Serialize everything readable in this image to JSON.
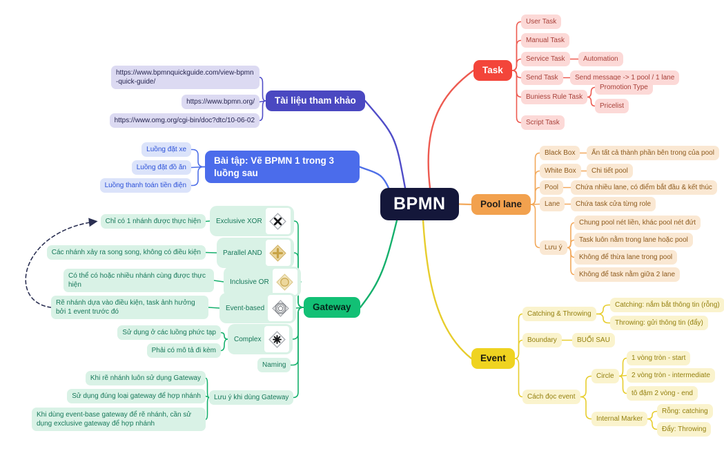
{
  "root": {
    "label": "BPMN"
  },
  "reference": {
    "label": "Tài liệu tham khảo",
    "links": [
      "https://www.bpmnquickguide.com/view-bpmn-quick-guide/",
      "https://www.bpmn.org/",
      "https://www.omg.org/cgi-bin/doc?dtc/10-06-02"
    ]
  },
  "exercise": {
    "label": "Bài tập: Vẽ BPMN 1 trong 3 luồng sau",
    "options": [
      "Luồng đặt xe",
      "Luồng đặt đồ ăn",
      "Luồng thanh toán tiền điện"
    ]
  },
  "task": {
    "label": "Task",
    "items": [
      {
        "label": "User Task"
      },
      {
        "label": "Manual Task"
      },
      {
        "label": "Service Task",
        "note": "Automation"
      },
      {
        "label": "Send Task",
        "note": "Send message -> 1 pool / 1 lane"
      },
      {
        "label": "Buniess Rule Task",
        "children": [
          "Promotion Type",
          "Pricelist"
        ]
      },
      {
        "label": "Script Task"
      }
    ]
  },
  "pool_lane": {
    "label": "Pool lane",
    "items": [
      {
        "label": "Black Box",
        "note": "Ẩn tất cả thành phần bên trong của pool"
      },
      {
        "label": "White Box",
        "note": "Chi tiết pool"
      },
      {
        "label": "Pool",
        "note": "Chứa nhiều lane, có điểm bắt đầu & kết thúc"
      },
      {
        "label": "Lane",
        "note": "Chứa task cửa từng role"
      }
    ],
    "notes_label": "Lưu ý",
    "notes": [
      "Chung pool nét liền, khác pool nét đứt",
      "Task luôn nằm trong lane hoặc pool",
      "Không để thừa lane trong pool",
      "Không để task nằm giữa 2 lane"
    ]
  },
  "event": {
    "label": "Event",
    "catching_throwing": {
      "label": "Catching & Throwing",
      "items": [
        "Catching: nắm bắt thông tin (rỗng)",
        "Throwing: gửi thông tin (đẩy)"
      ]
    },
    "boundary": {
      "label": "Boundary",
      "note": "BUỔI SAU"
    },
    "reading": {
      "label": "Cách đọc event",
      "circle": {
        "label": "Circle",
        "items": [
          "1 vòng tròn - start",
          "2 vòng tròn - intermediate",
          "tô đậm 2 vòng - end"
        ]
      },
      "internal_marker": {
        "label": "Internal Marker",
        "items": [
          "Rỗng: catching",
          "Đẩy: Throwing"
        ]
      }
    }
  },
  "gateway": {
    "label": "Gateway",
    "types": [
      {
        "label": "Exclusive XOR",
        "icon": "xor-gateway-icon",
        "desc": "Chỉ có 1 nhánh được thực hiện"
      },
      {
        "label": "Parallel AND",
        "icon": "and-gateway-icon",
        "desc": "Các nhánh xảy ra song song, không có điều kiện"
      },
      {
        "label": "Inclusive OR",
        "icon": "or-gateway-icon",
        "desc": "Có thể có hoặc nhiều nhánh cùng được thực hiện"
      },
      {
        "label": "Event-based",
        "icon": "event-gateway-icon",
        "desc": "Rẽ nhánh dựa vào điều kiện, task ảnh hưởng bởi 1 event trước đó"
      },
      {
        "label": "Complex",
        "icon": "complex-gateway-icon",
        "notes": [
          "Sử dụng ở các luồng phức tạp",
          "Phải có mô tả đi kèm"
        ]
      }
    ],
    "naming_label": "Naming",
    "tips_label": "Lưu ý khi dùng Gateway",
    "tips": [
      "Khi rẽ nhánh luôn sử dụng Gateway",
      "Sử dụng đúng loại gateway để hợp nhánh",
      "Khi dùng event-base gateway để rẽ nhánh, cần sử dụng exclusive gateway để hợp nhánh"
    ]
  },
  "colors": {
    "root_bg": "#14173a",
    "task": "#ed5a50",
    "pool_lane": "#f2a85a",
    "event": "#e7cd2d",
    "gateway": "#15b06c",
    "reference": "#504dc8",
    "exercise": "#4e6fe8",
    "arrow": "#2a2f52"
  }
}
